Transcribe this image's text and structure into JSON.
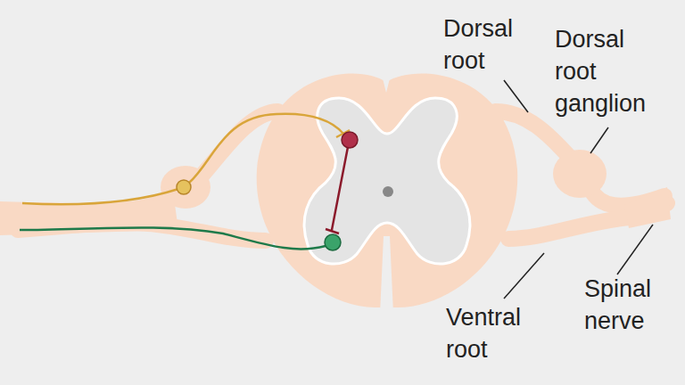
{
  "diagram": {
    "labels": [
      "Dorsal root",
      "Dorsal root ganglion",
      "Ventral root",
      "Spinal nerve"
    ]
  }
}
